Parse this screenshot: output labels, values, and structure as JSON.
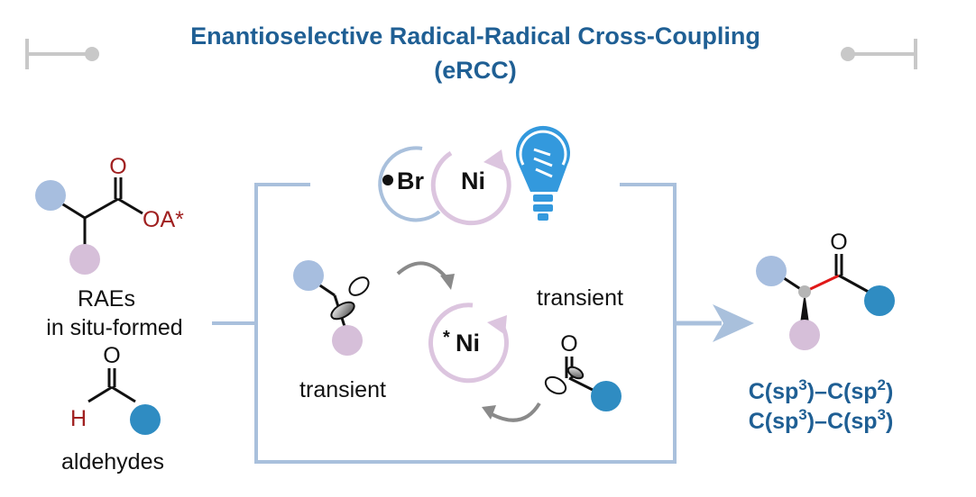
{
  "title": {
    "line1": "Enantioselective Radical-Radical Cross-Coupling",
    "line2": "(eRCC)"
  },
  "left": {
    "ester_atoms": {
      "oxygen": "O",
      "oa": "OA*"
    },
    "raes_label": "RAEs",
    "raes_sub_label": "in situ-formed",
    "aldehyde_atoms": {
      "oxygen": "O",
      "hydrogen": "H"
    },
    "aldehyde_label": "aldehydes"
  },
  "cycle": {
    "br_label": "Br",
    "ni_label": "Ni",
    "ni_star_label": "Ni",
    "star": "*",
    "transient_left": "transient",
    "transient_right": "transient",
    "acyl_oxygen": "O"
  },
  "product": {
    "oxygen": "O",
    "line1": {
      "a": "C(sp",
      "a_sup": "3",
      "b": ")–C(sp",
      "b_sup": "2",
      "c": ")"
    },
    "line2": {
      "a": "C(sp",
      "a_sup": "3",
      "b": ")–C(sp",
      "b_sup": "3",
      "c": ")"
    }
  },
  "colors": {
    "title_blue": "#1f5f94",
    "frame_blue": "#a9c0dc",
    "ball_light_blue": "#a7bedf",
    "ball_pink": "#d6bfd9",
    "ball_dark_blue": "#2f8cc2",
    "ester_red": "#a02020",
    "bond_red": "#e01818",
    "ni_cycle_pink": "#dcc5df",
    "br_cycle_blue": "#a9c0dc",
    "bulb_blue": "#3399dd",
    "decoration_gray": "#c8c8c8",
    "arrow_gray": "#8a8a8a"
  },
  "icons": [
    "lightbulb-icon",
    "radical-p-orbital-icon",
    "cycle-arrow-icon",
    "reaction-arrow-icon"
  ]
}
